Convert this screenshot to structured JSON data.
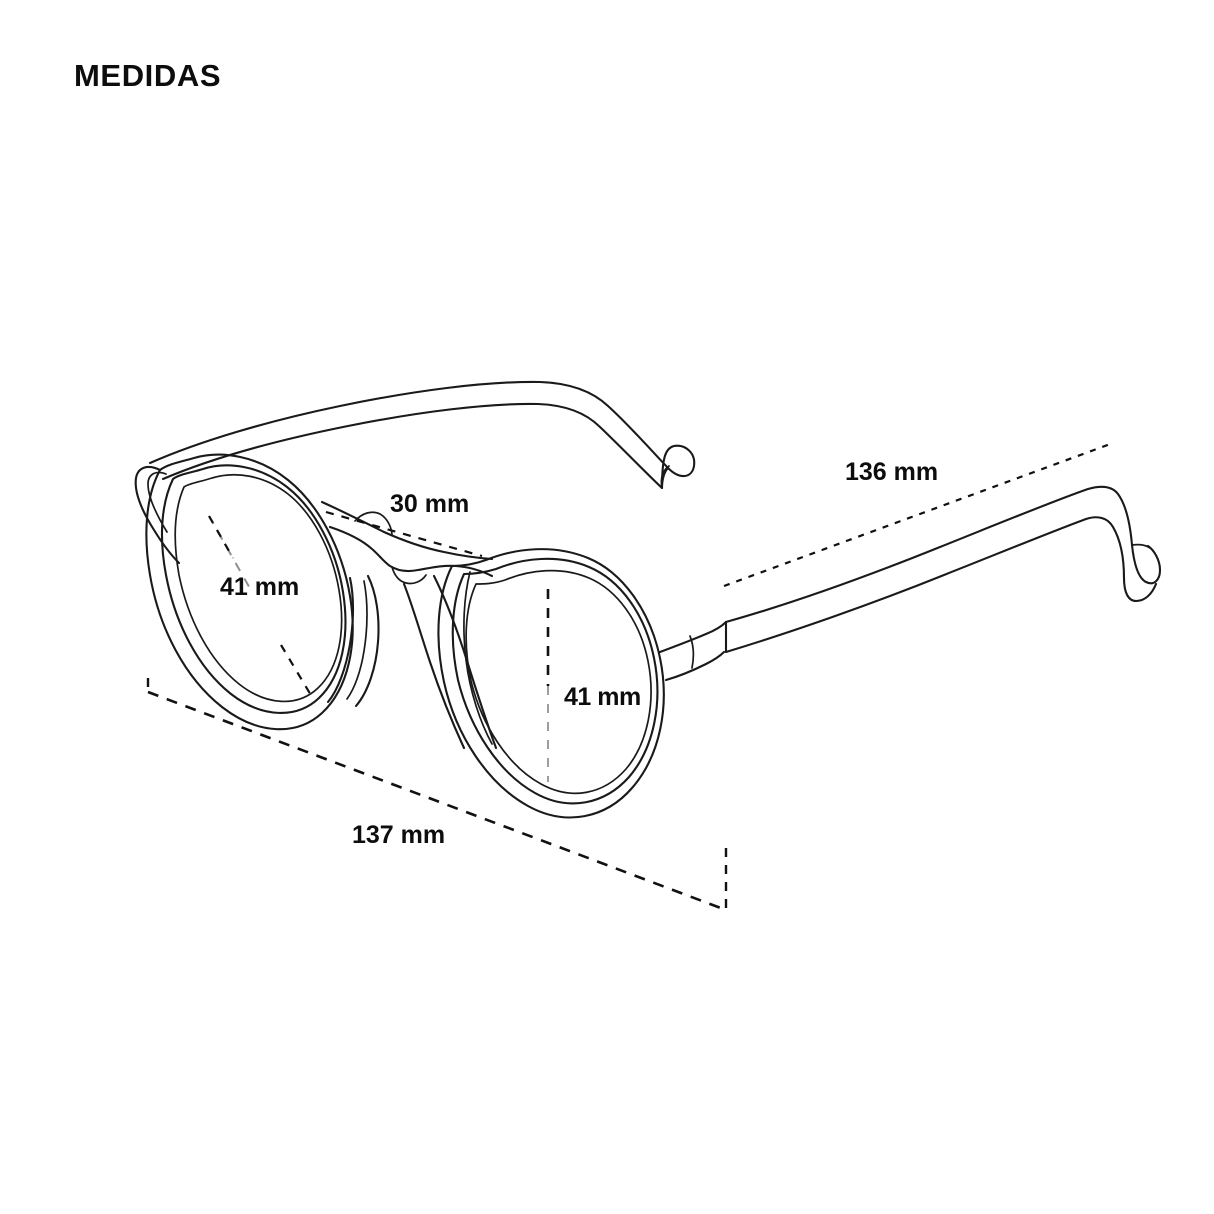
{
  "page": {
    "title": "MEDIDAS",
    "background_color": "#ffffff",
    "ink_color": "#111111",
    "unit": "mm"
  },
  "product": {
    "type": "eyeglasses-frame",
    "view": "three-quarter-perspective",
    "drawing_style": "technical-line-drawing"
  },
  "dimensions": {
    "bridge": {
      "label": "30 mm",
      "value": 30,
      "unit": "mm",
      "part": "bridge-width"
    },
    "lens_left": {
      "label": "41 mm",
      "value": 41,
      "unit": "mm",
      "part": "left-lens-diagonal"
    },
    "lens_right": {
      "label": "41 mm",
      "value": 41,
      "unit": "mm",
      "part": "right-lens-height"
    },
    "temple": {
      "label": "136 mm",
      "value": 136,
      "unit": "mm",
      "part": "temple-arm-length"
    },
    "total_width": {
      "label": "137 mm",
      "value": 137,
      "unit": "mm",
      "part": "total-frame-width"
    }
  }
}
